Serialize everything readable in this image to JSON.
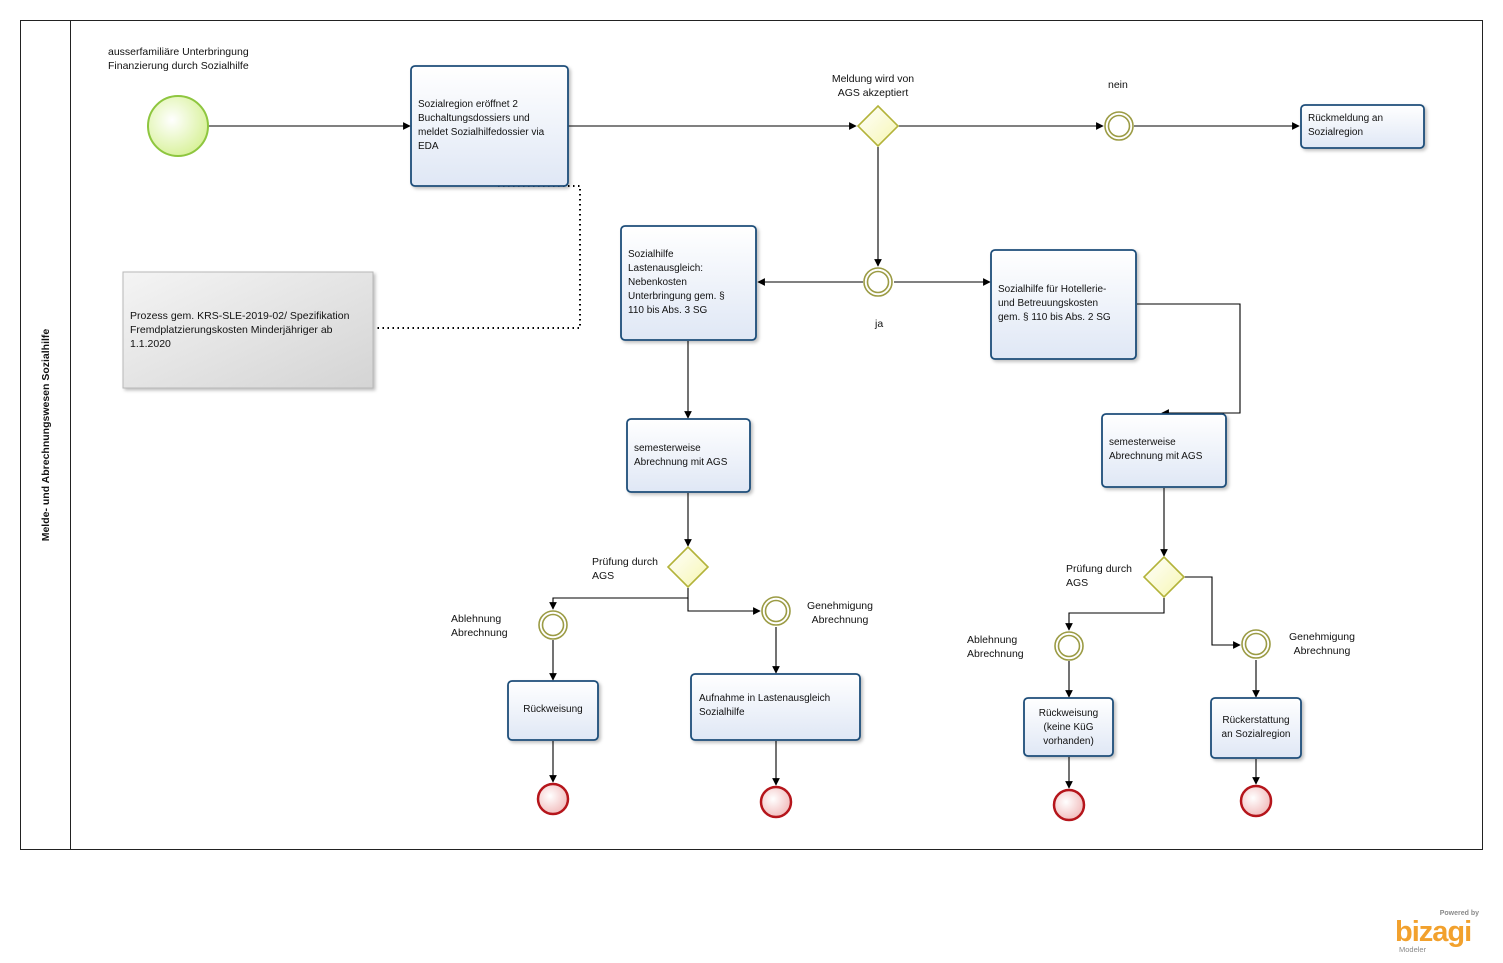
{
  "pool": {
    "lane_title": "Melde- und Abrechnungswesen Sozialhilfe"
  },
  "start_label": "ausserfamiliäre Unterbringung\nFinanzierung  durch Sozialhilfe",
  "tasks": {
    "t1": "Sozialregion eröffnet 2\nBuchaltungsdossiers und\nmeldet Sozialhilfedossier via\nEDA",
    "t_rueckmeldung": "Rückmeldung an\nSozialregion",
    "t_lastenausgleich": "Sozialhilfe\nLastenausgleich:\nNebenkosten\nUnterbringung gem. §\n110 bis Abs. 3 SG",
    "t_hotellerie": "Sozialhilfe für Hotellerie-\nund Betreuungskosten\ngem. § 110 bis Abs. 2 SG",
    "t_semester_left": "semesterweise\nAbrechnung mit AGS",
    "t_semester_right": "semesterweise\nAbrechnung mit AGS",
    "t_rueckweisung": "Rückweisung",
    "t_aufnahme": "Aufnahme in Lastenausgleich\nSozialhilfe",
    "t_rueckweisung_kueg": "Rückweisung\n(keine KüG\nvorhanden)",
    "t_rueckerstattung": "Rückerstattung\nan Sozialregion"
  },
  "gateways": {
    "g1_label": "Meldung wird von\nAGS akzeptiert",
    "g2_label": "Prüfung durch\nAGS",
    "g3_label": "Prüfung durch\nAGS"
  },
  "events": {
    "nein": "nein",
    "ja": "ja",
    "ablehnung_left": "Ablehnung\nAbrechnung",
    "genehmigung_left": "Genehmigung\nAbrechnung",
    "ablehnung_right": "Ablehnung\nAbrechnung",
    "genehmigung_right": "Genehmigung\nAbrechnung"
  },
  "annotation": "Prozess gem. KRS-SLE-2019-02/ Spezifikation\nFremdplatzierungskosten Minderjähriger ab\n1.1.2020",
  "branding": {
    "powered_by": "Powered by",
    "name": "bizagi",
    "product": "Modeler"
  },
  "colors": {
    "task_border": "#1f4e79",
    "task_fill": "#e6edf8",
    "start_fill": "#dff3b0",
    "start_stroke": "#8ec63f",
    "end_fill": "#f2c4c4",
    "end_stroke": "#b5151b",
    "gateway_fill": "#fcfcc4",
    "gateway_stroke": "#b3b33a",
    "intermediate_stroke": "#9b9b44",
    "brand_orange": "#f2a12d"
  }
}
